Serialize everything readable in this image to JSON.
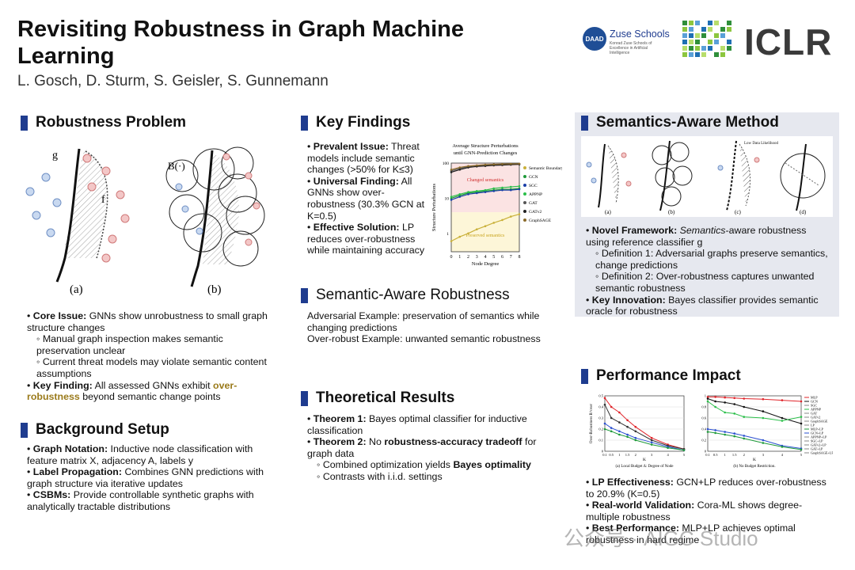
{
  "header": {
    "title": "Revisiting Robustness in Graph Machine Learning",
    "authors": "L. Gosch, D. Sturm, S. Geisler, S. Gunnemann",
    "logos": {
      "daad": "DAAD",
      "zuse_name": "Zuse Schools",
      "zuse_sub": "Konrad Zuse Schools of Excellence in Artificial Intelligence",
      "iclr": "ICLR"
    }
  },
  "robustness_problem": {
    "heading": "Robustness Problem",
    "figure": {
      "label_a": "(a)",
      "label_b": "(b)",
      "g": "g",
      "f": "f",
      "b_label": "B(·)"
    },
    "core_issue_label": "Core Issue:",
    "core_issue_text": "GNNs show unrobustness to small graph structure changes",
    "sub1": "◦ Manual graph inspection makes semantic preservation unclear",
    "sub2": "◦ Current threat models may violate semantic content assumptions",
    "key_finding_label": "Key Finding:",
    "key_finding_text": "All assessed GNNs exhibit",
    "key_finding_highlight": "over-robustness",
    "key_finding_tail": "beyond semantic change points"
  },
  "background": {
    "heading": "Background Setup",
    "items": [
      {
        "label": "Graph Notation:",
        "text": "Inductive node classification with feature matrix X, adjacency A, labels y"
      },
      {
        "label": "Label Propagation:",
        "text": "Combines GNN predictions with graph structure via iterative updates"
      },
      {
        "label": "CSBMs:",
        "text": "Provide controllable synthetic graphs with analytically tractable distributions"
      }
    ]
  },
  "key_findings": {
    "heading": "Key Findings",
    "items": [
      {
        "label": "Prevalent Issue:",
        "text": "Threat models include semantic changes (>50% for K≤3)"
      },
      {
        "label": "Universal Finding:",
        "text": "All GNNs show over-robustness (30.3% GCN at K=0.5)"
      },
      {
        "label": "Effective Solution:",
        "text": "LP reduces over-robustness while maintaining accuracy"
      }
    ]
  },
  "semantic_aware": {
    "heading": "Semantic-Aware Robustness",
    "line1": "Adversarial Example: preservation of semantics while changing predictions",
    "line2": "Over-robust Example: unwanted semantic robustness"
  },
  "theoretical": {
    "heading": "Theoretical Results",
    "t1_label": "Theorem 1:",
    "t1_text": "Bayes optimal classifier for inductive classification",
    "t2_label": "Theorem 2:",
    "t2_mid": "No",
    "t2_bold": "robustness-accuracy tradeoff",
    "t2_tail": "for graph data",
    "sub1_pre": "◦ Combined optimization yields",
    "sub1_bold": "Bayes optimality",
    "sub2": "◦ Contrasts with i.i.d. settings"
  },
  "semantics_method": {
    "heading": "Semantics-Aware Method",
    "figure_labels": [
      "(a)",
      "(b)",
      "(c)",
      "(d)"
    ],
    "low_data_label": "Low Data Likelihood",
    "novel_label": "Novel Framework:",
    "novel_italic": "Semantics",
    "novel_text": "-aware robustness using reference classifier g",
    "def1": "◦ Definition 1: Adversarial graphs preserve semantics, change predictions",
    "def2": "◦ Definition 2: Over-robustness captures unwanted semantic robustness",
    "innov_label": "Key Innovation:",
    "innov_text": "Bayes classifier provides semantic oracle for robustness"
  },
  "performance": {
    "heading": "Performance Impact",
    "items": [
      {
        "label": "LP Effectiveness:",
        "text": "GCN+LP reduces over-robustness to 20.9% (K=0.5)"
      },
      {
        "label": "Real-world Validation:",
        "text": "Cora-ML shows degree-multiple robustness"
      },
      {
        "label": "Best Performance:",
        "text": "MLP+LP achieves optimal robustness in hard regime"
      }
    ]
  },
  "watermark": "公众号 · AIGC Studio",
  "chart_data": [
    {
      "type": "line",
      "title": "Average Structure Perturbations until GNN-Prediction Changes",
      "xlabel": "Node Degree",
      "ylabel": "Structure Perturbations",
      "x": [
        0,
        1,
        2,
        3,
        4,
        5,
        6,
        7,
        8
      ],
      "ylim": [
        0.3,
        100
      ],
      "yscale": "log",
      "region_labels": [
        "Changed semantics",
        "Preserved semantics"
      ],
      "series": [
        {
          "name": "Semantic Boundary",
          "color": "#c9b03a",
          "values": [
            0.6,
            0.8,
            1.0,
            1.3,
            1.6,
            2.0,
            2.4,
            3.0,
            3.5
          ]
        },
        {
          "name": "GCN",
          "color": "#1f9a3a",
          "values": [
            10,
            12,
            14,
            15,
            16,
            17,
            18,
            18,
            19
          ]
        },
        {
          "name": "SGC",
          "color": "#1a3fa8",
          "values": [
            9,
            11,
            13,
            14,
            15,
            16,
            17,
            17,
            18
          ]
        },
        {
          "name": "APPNP",
          "color": "#2bbf4a",
          "values": [
            11,
            13,
            15,
            16,
            17,
            19,
            20,
            21,
            22
          ]
        },
        {
          "name": "GAT",
          "color": "#555555",
          "values": [
            60,
            70,
            80,
            85,
            88,
            90,
            92,
            93,
            95
          ]
        },
        {
          "name": "GATv2",
          "color": "#222222",
          "values": [
            55,
            65,
            75,
            80,
            83,
            86,
            88,
            90,
            92
          ]
        },
        {
          "name": "GraphSAGE",
          "color": "#8a6a2a",
          "values": [
            65,
            75,
            82,
            86,
            90,
            92,
            94,
            95,
            96
          ]
        }
      ]
    },
    {
      "type": "line",
      "title": "(a) Local Budget Δ: Degree of Node",
      "xlabel": "K",
      "ylabel": "Over-Robustness R^over",
      "x": [
        0.1,
        0.5,
        1.0,
        1.5,
        2.0,
        3.0,
        4.0,
        5.0
      ],
      "ylim": [
        0,
        0.5
      ],
      "series": [
        {
          "name": "MLP",
          "color": "#e0242a",
          "values": [
            0.48,
            0.4,
            0.35,
            0.28,
            0.22,
            0.12,
            0.06,
            0.02
          ]
        },
        {
          "name": "GCN",
          "color": "#333333",
          "values": [
            0.42,
            0.3,
            0.26,
            0.22,
            0.18,
            0.1,
            0.05,
            0.02
          ]
        },
        {
          "name": "GCN+LP",
          "color": "#2a4fd0",
          "values": [
            0.25,
            0.21,
            0.18,
            0.15,
            0.12,
            0.08,
            0.04,
            0.01
          ]
        },
        {
          "name": "MLP+LP",
          "color": "#1e9a3a",
          "values": [
            0.2,
            0.18,
            0.15,
            0.13,
            0.1,
            0.06,
            0.03,
            0.01
          ]
        }
      ]
    },
    {
      "type": "line",
      "title": "(b) No Budget Restriction.",
      "xlabel": "K",
      "x": [
        0.1,
        0.5,
        1.0,
        1.5,
        2.0,
        3.0,
        4.0,
        5.0
      ],
      "ylim": [
        0,
        1.0
      ],
      "legend": [
        "MLP",
        "GCN",
        "SGC",
        "APPNP",
        "GAT",
        "GATv2",
        "GraphSAGE",
        "LP",
        "MLP+LP",
        "GCN+LP",
        "APPNP+LP",
        "SGC+LP",
        "GATv2+LP",
        "GAT+LP",
        "GraphSAGE+LP"
      ],
      "series": [
        {
          "name": "MLP",
          "color": "#e0242a",
          "values": [
            0.98,
            0.98,
            0.97,
            0.96,
            0.95,
            0.94,
            0.92,
            0.9
          ]
        },
        {
          "name": "GCN",
          "color": "#111111",
          "values": [
            0.95,
            0.9,
            0.88,
            0.85,
            0.8,
            0.72,
            0.6,
            0.5
          ]
        },
        {
          "name": "APPNP",
          "color": "#2bbf4a",
          "values": [
            0.9,
            0.8,
            0.7,
            0.68,
            0.62,
            0.6,
            0.55,
            0.62
          ]
        },
        {
          "name": "GCN+LP",
          "color": "#2a4fd0",
          "values": [
            0.4,
            0.38,
            0.35,
            0.32,
            0.28,
            0.2,
            0.1,
            0.05
          ]
        },
        {
          "name": "MLP+LP",
          "color": "#1e9a3a",
          "values": [
            0.35,
            0.33,
            0.3,
            0.27,
            0.23,
            0.15,
            0.08,
            0.03
          ]
        }
      ]
    }
  ]
}
